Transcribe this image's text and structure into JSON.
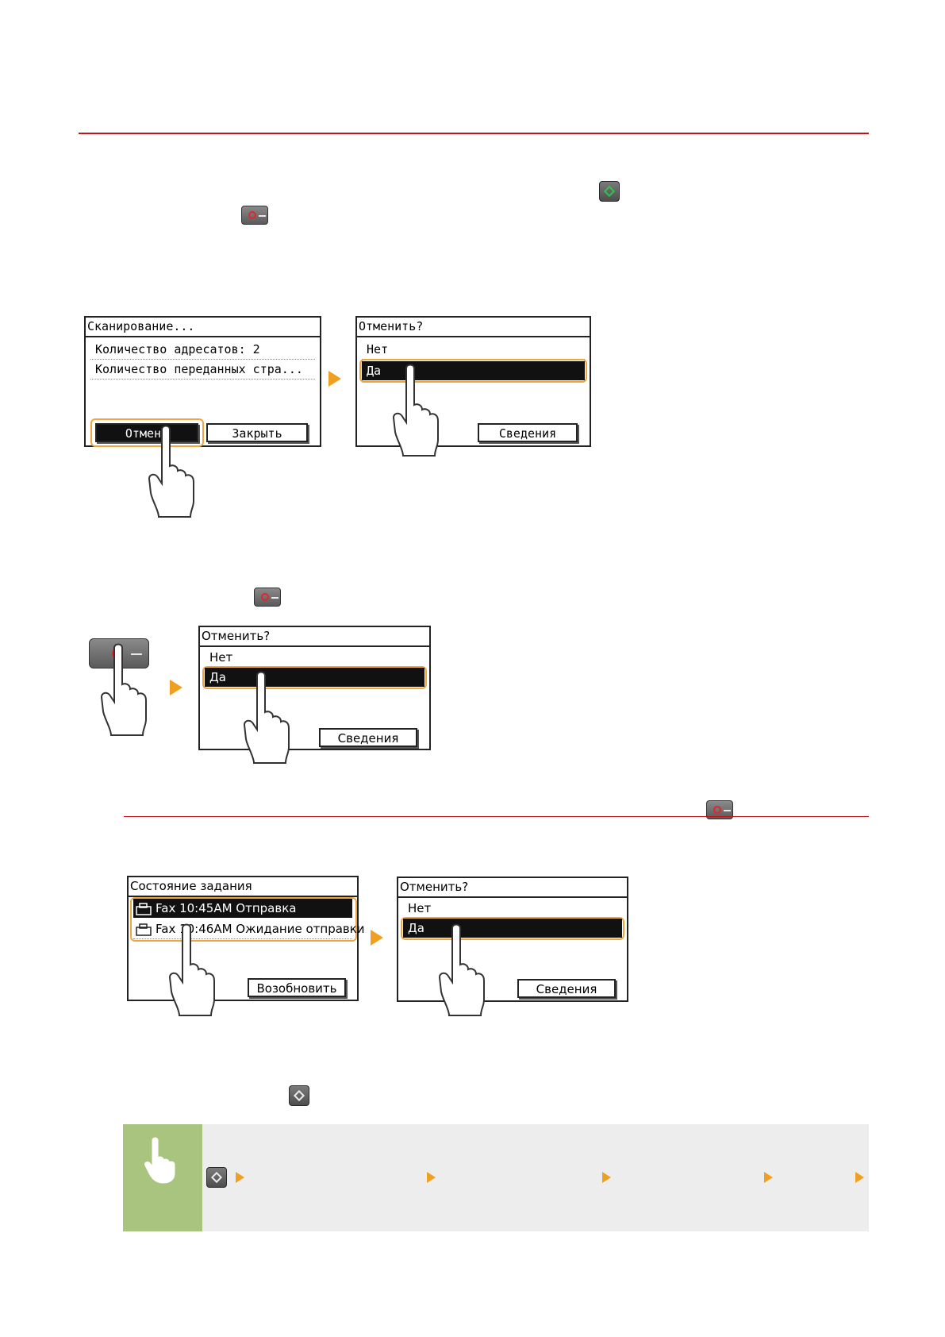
{
  "screens": {
    "scan": {
      "title": "Сканирование...",
      "row1": "Количество адресатов:  2",
      "row2": "Количество переданных стра...",
      "btn_cancel": "Отмена",
      "btn_close": "Закрыть"
    },
    "confirm": {
      "title": "Отменить?",
      "opt_no": "Нет",
      "opt_yes": "Да",
      "btn_details": "Сведения"
    },
    "job_status": {
      "title": "Состояние задания",
      "job1": "Fax 10:45AM Отправка",
      "job2": "Fax 10:46AM Ожидание отправки",
      "btn_resume": "Возобновить"
    }
  },
  "colors": {
    "rule": "#c0141a",
    "accent_arrow": "#f0a020",
    "highlight": "#f0a640",
    "tip_side": "#a8c47f",
    "tip_background": "#ededed"
  },
  "icons": [
    "start-key-icon",
    "stop-key-icon",
    "home-key-icon",
    "touch-hand-icon",
    "pointing-finger-icon"
  ]
}
